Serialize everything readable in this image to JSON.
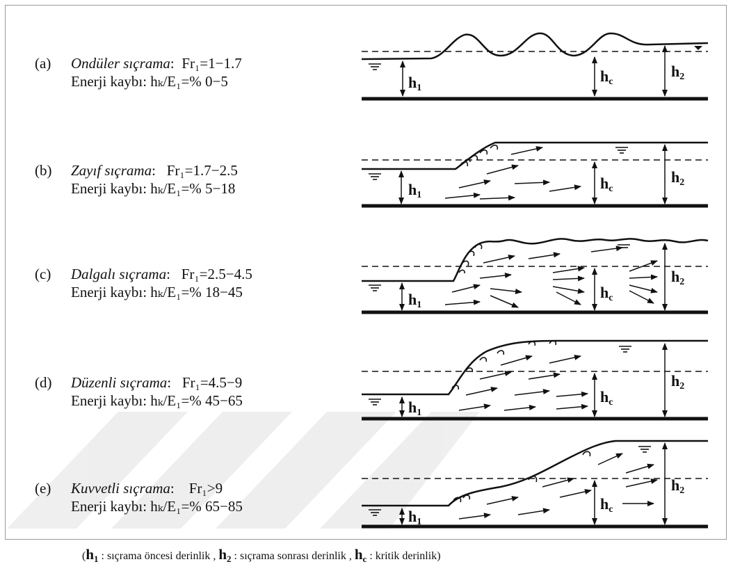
{
  "rows": [
    {
      "label": "(a)",
      "name": "Ondüler sıçrama",
      "froude": "Fr₁=1−1.7",
      "energy": "Enerji kaybı: hₖ/E₁=% 0−5"
    },
    {
      "label": "(b)",
      "name": "Zayıf  sıçrama",
      "froude": "Fr₁=1.7−2.5",
      "energy": "Enerji kaybı: hₖ/E₁=% 5−18"
    },
    {
      "label": "(c)",
      "name": "Dalgalı  sıçrama",
      "froude": "Fr₁=2.5−4.5",
      "energy": "Enerji kaybı: hₖ/E₁=% 18−45"
    },
    {
      "label": "(d)",
      "name": "Düzenli  sıçrama",
      "froude": "Fr₁=4.5−9",
      "energy": "Enerji kaybı: hₖ/E₁=% 45−65"
    },
    {
      "label": "(e)",
      "name": "Kuvvetli  sıçrama",
      "froude": "Fr₁>9",
      "energy": "Enerji kaybı: hₖ/E₁=% 65−85"
    }
  ],
  "depth_labels": {
    "h1": "h",
    "h1_sub": "1",
    "hc": "h",
    "hc_sub": "c",
    "h2": "h",
    "h2_sub": "2"
  },
  "caption": {
    "open": "(",
    "h1": "h",
    "h1_sub": "1",
    "h1_desc": " : sıçrama öncesi derinlik , ",
    "h2": "h",
    "h2_sub": "2",
    "h2_desc": " : sıçrama sonrası derinlik , ",
    "hc": "h",
    "hc_sub": "c",
    "hc_desc": " : kritik derinlik",
    "close": ")"
  }
}
